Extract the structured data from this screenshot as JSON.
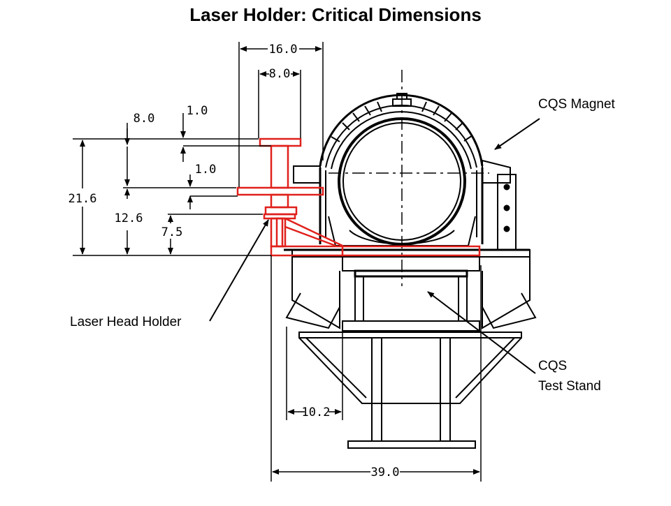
{
  "title": "Laser Holder: Critical Dimensions",
  "labels": {
    "magnet": "CQS Magnet",
    "holder": "Laser Head Holder",
    "stand_line1": "CQS",
    "stand_line2": "Test Stand"
  },
  "dimensions": {
    "d16": "16.0",
    "d8_top": "8.0",
    "d8_left": "8.0",
    "d1_upper": "1.0",
    "d1_lower": "1.0",
    "d21": "21.6",
    "d12": "12.6",
    "d7": "7.5",
    "d10": "10.2",
    "d39": "39.0"
  },
  "colors": {
    "drawing": "#000000",
    "holder": "#e0201b"
  }
}
